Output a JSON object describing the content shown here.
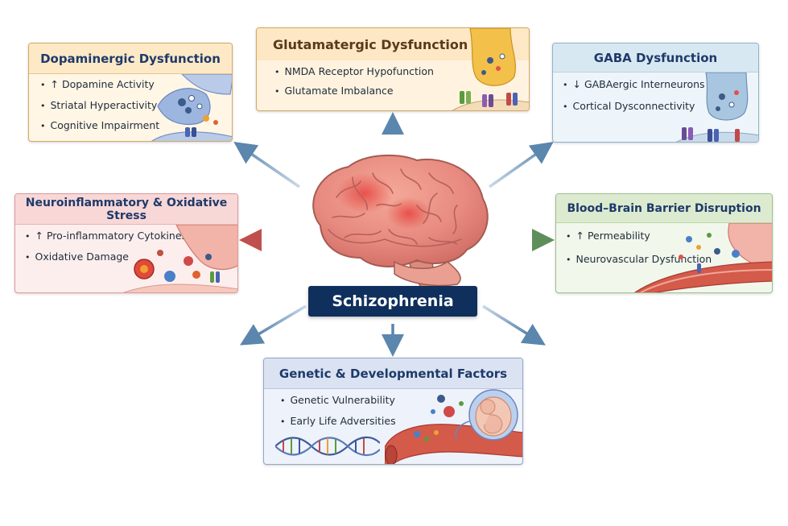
{
  "center": {
    "label": "Schizophrenia"
  },
  "panels": {
    "dopamine": {
      "title": "Dopaminergic Dysfunction",
      "items": [
        "↑ Dopamine Activity",
        "Striatal Hyperactivity",
        "Cognitive Impairment"
      ],
      "accent": "#fde9c6"
    },
    "glutamate": {
      "title": "Glutamatergic Dysfunction",
      "items": [
        "NMDA Receptor Hypofunction",
        "Glutamate Imbalance"
      ],
      "accent": "#fde7c4"
    },
    "gaba": {
      "title": "GABA Dysfunction",
      "items": [
        "↓ GABAergic Interneurons",
        "Cortical Dysconnectivity"
      ],
      "accent": "#d8e8f2"
    },
    "neuroinflammation": {
      "title": "Neuroinflammatory & Oxidative Stress",
      "items": [
        "↑ Pro-inflammatory Cytokines",
        "Oxidative Damage"
      ],
      "accent": "#f8d7d7"
    },
    "bbb": {
      "title": "Blood–Brain Barrier Disruption",
      "items": [
        "↑ Permeability",
        "Neurovascular Dysfunction"
      ],
      "accent": "#dcebcf"
    },
    "genetic": {
      "title": "Genetic & Developmental Factors",
      "items": [
        "Genetic Vulnerability",
        "Early Life Adversities"
      ],
      "accent": "#dbe3f3"
    }
  },
  "icons": {
    "brain": "brain-icon",
    "synapse": "synapse-icon",
    "dna": "dna-icon",
    "blood_vessel": "blood-vessel-icon",
    "fetus": "fetus-icon",
    "cytokine": "cytokine-icon"
  },
  "colors": {
    "arrow_default": "#5b86ad",
    "arrow_red": "#c0504d",
    "arrow_green": "#5e8f5a",
    "center_bg": "#0f2f5c",
    "brain": "#e88a80"
  }
}
